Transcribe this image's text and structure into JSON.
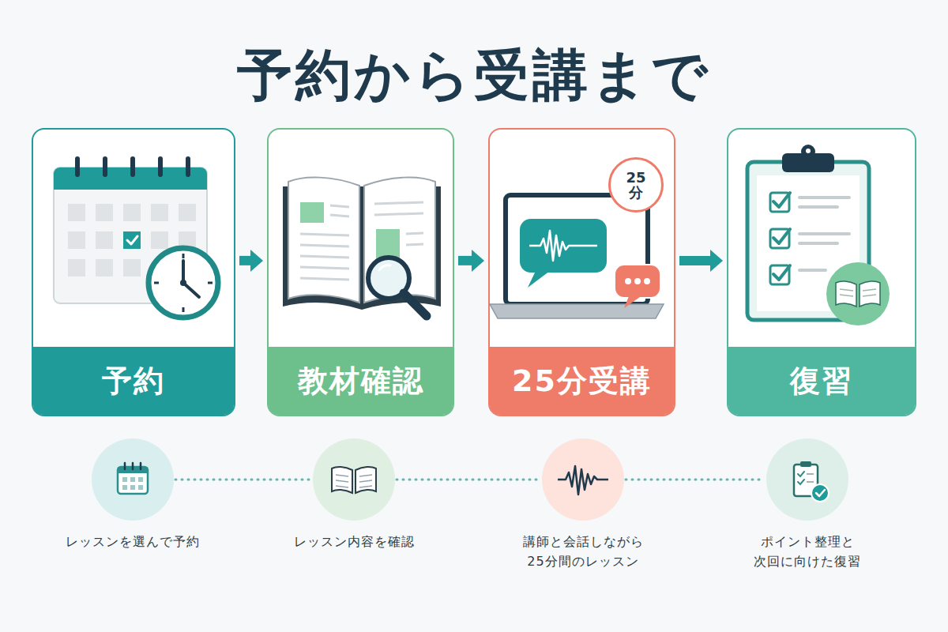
{
  "diagram": {
    "title": "予約から受講まで",
    "nodes": [
      {
        "text": [
          "予約"
        ]
      },
      {
        "text": [
          "教材確認"
        ]
      },
      {
        "text": [
          "25分受講"
        ]
      },
      {
        "text": [
          "25 分"
        ],
        "in": 2
      },
      {
        "text": [
          "復習"
        ]
      },
      {
        "text": [
          "レッスンを選んで予約"
        ]
      },
      {
        "text": [
          "レッスン内容を確認"
        ]
      },
      {
        "text": [
          "講師と会話しながら 25分間のレッスン"
        ]
      },
      {
        "text": [
          "ポイント整理と 次回に向けた復習"
        ]
      }
    ],
    "edges": [
      {
        "from": 0,
        "to": 1,
        "arrow": "to"
      },
      {
        "from": 1,
        "to": 2,
        "arrow": "to"
      },
      {
        "from": 2,
        "to": 4,
        "arrow": "to"
      },
      {
        "from": 5,
        "to": 6,
        "arrow": "none"
      },
      {
        "from": 6,
        "to": 7,
        "arrow": "none"
      },
      {
        "from": 7,
        "to": 8,
        "arrow": "none"
      }
    ]
  }
}
